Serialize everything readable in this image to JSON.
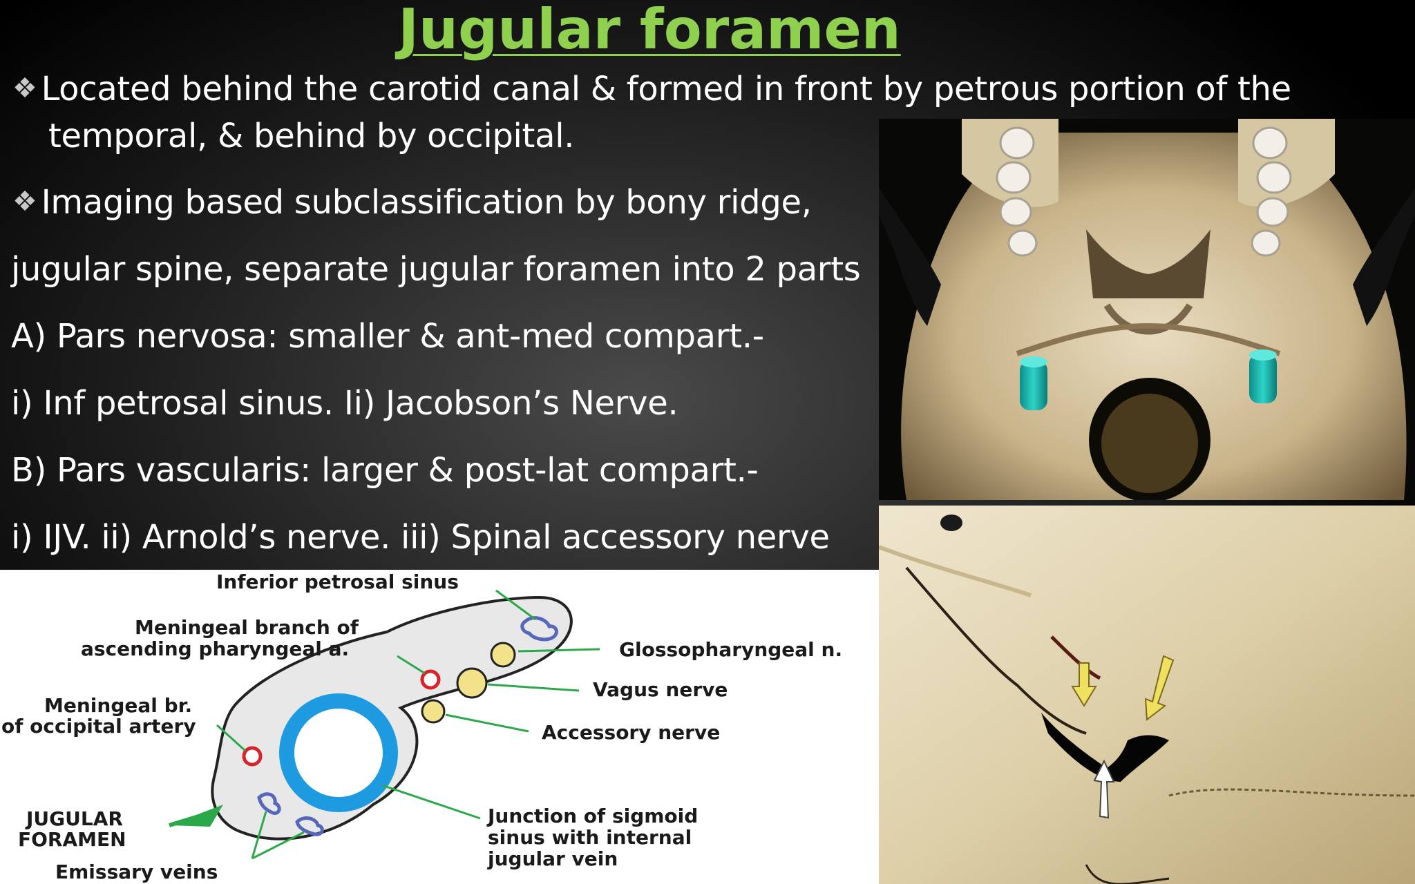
{
  "slide": {
    "title": "Jugular foramen",
    "bullet_symbol": "❖",
    "lines": {
      "l1": "Located behind the carotid canal & formed in front by petrous portion of the",
      "l2": "temporal, & behind by occipital.",
      "l3": "Imaging based subclassification by bony ridge,",
      "l4": "jugular spine, separate jugular foramen into 2 parts",
      "l5": "A) Pars nervosa: smaller & ant-med compart.-",
      "l6": " i) Inf petrosal sinus. Ii) Jacobson’s Nerve.",
      "l7": "B) Pars vascularis: larger & post-lat compart.-",
      "l8": "i) IJV. ii) Arnold’s nerve.  iii) Spinal accessory nerve"
    }
  },
  "diagram": {
    "labels": {
      "inferior_petrosal_sinus": "Inferior petrosal sinus",
      "meningeal_branch_1": "Meningeal branch of",
      "meningeal_branch_2": "ascending pharyngeal a.",
      "glossopharyngeal": "Glossopharyngeal n.",
      "vagus": "Vagus nerve",
      "meningeal_occ_1": "Meningeal br.",
      "meningeal_occ_2": "of occipital artery",
      "accessory": "Accessory nerve",
      "jugular_foramen_1": "JUGULAR",
      "jugular_foramen_2": "FORAMEN",
      "junction_1": "Junction of sigmoid",
      "junction_2": "sinus with internal",
      "junction_3": "jugular vein",
      "emissary": "Emissary veins"
    },
    "colors": {
      "nerve_fill": "#f2e28a",
      "artery_ring": "#d8232a",
      "sinus_ring": "#1e9be0",
      "vein": "#5566bb",
      "leader": "#2aa84a",
      "foramen_fill": "#e6e6e6"
    }
  },
  "photos": {
    "top": "skull-base-inferior-view",
    "bottom": "jugular-foramen-closeup"
  }
}
